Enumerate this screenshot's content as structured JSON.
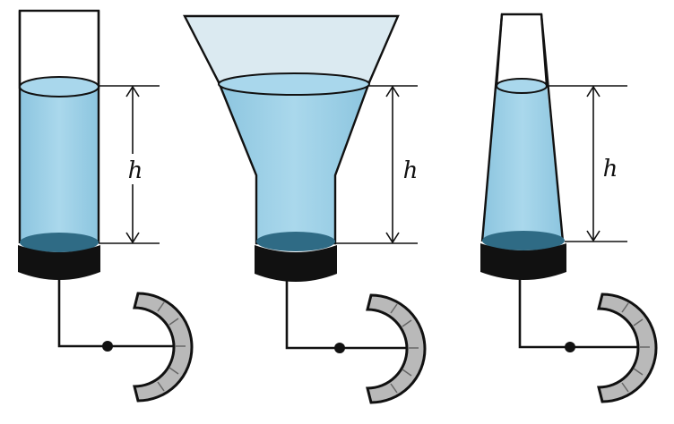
{
  "diagram": {
    "colors": {
      "water": "#9ccfe6",
      "water_top": "#7fbfdd",
      "empty": "#dbeaf1",
      "water_bottom": "#2f6b85",
      "base": "#111111",
      "gauge": "#b9b9b9",
      "line": "#111111"
    },
    "vessels": [
      {
        "shape": "cylinder",
        "height_label": "h"
      },
      {
        "shape": "funnel",
        "height_label": "h"
      },
      {
        "shape": "tapered-tube",
        "height_label": "h"
      }
    ]
  }
}
